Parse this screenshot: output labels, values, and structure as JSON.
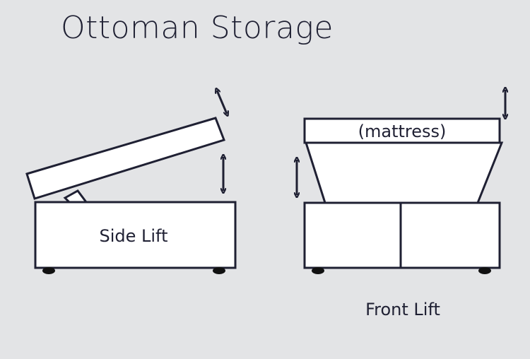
{
  "title": "Ottoman Storage",
  "diagrams": {
    "side": {
      "label": "Side Lift"
    },
    "front": {
      "label": "Front Lift",
      "mattress_label": "(mattress)"
    }
  },
  "colors": {
    "background": "#e3e4e6",
    "fill": "#ffffff",
    "stroke": "#1f2033"
  }
}
